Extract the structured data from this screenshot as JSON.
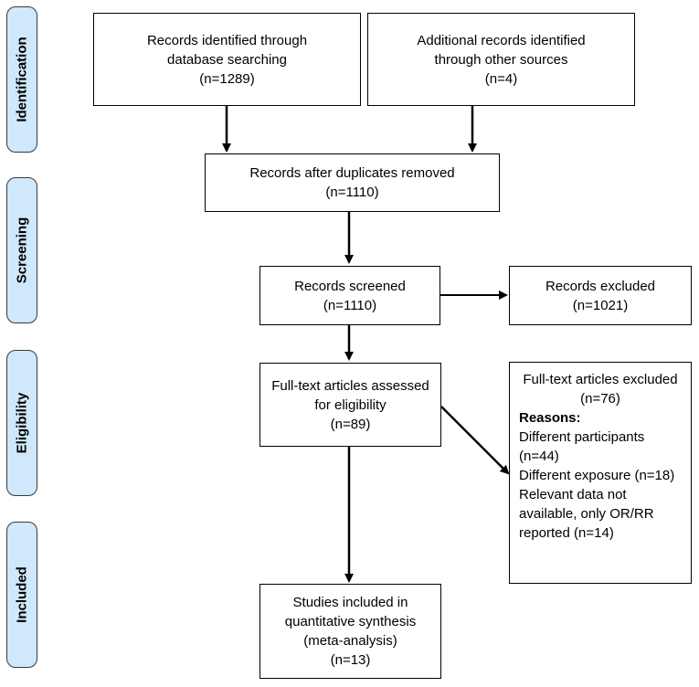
{
  "phases": {
    "identification": "Identification",
    "screening": "Screening",
    "eligibility": "Eligibility",
    "included": "Included"
  },
  "boxes": {
    "database": [
      "Records identified through",
      "database searching",
      "(n=1289)"
    ],
    "other_sources": [
      "Additional records identified",
      "through other sources",
      "(n=4)"
    ],
    "duplicates_removed": [
      "Records after duplicates removed",
      "(n=1110)"
    ],
    "screened": [
      "Records screened",
      "(n=1110)"
    ],
    "excluded": [
      "Records excluded",
      "(n=1021)"
    ],
    "fulltext_assessed": [
      "Full-text articles assessed",
      "for eligibility",
      "(n=89)"
    ],
    "fulltext_excluded": {
      "title": "Full-text articles excluded",
      "count": "(n=76)",
      "reasons_heading": "Reasons:",
      "reasons": [
        "Different participants",
        "(n=44)",
        "Different exposure (n=18)",
        "Relevant data not",
        "available, only OR/RR",
        "reported (n=14)"
      ]
    },
    "included": [
      "Studies included in",
      "quantitative synthesis",
      "(meta-analysis)",
      "(n=13)"
    ]
  }
}
